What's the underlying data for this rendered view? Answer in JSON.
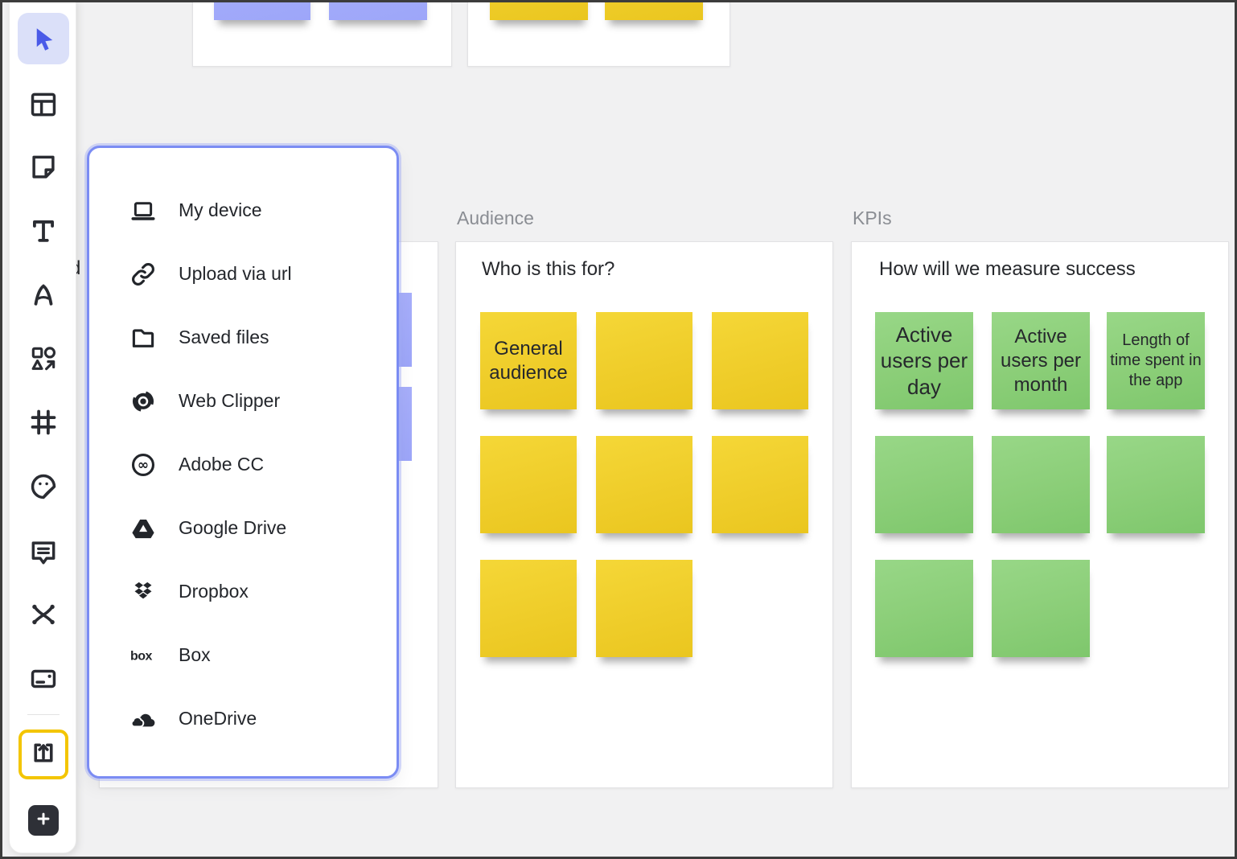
{
  "toolbar": {
    "tools": [
      {
        "id": "select",
        "icon": "cursor-icon",
        "active": true
      },
      {
        "id": "templates",
        "icon": "templates-icon"
      },
      {
        "id": "sticky-note",
        "icon": "sticky-note-icon"
      },
      {
        "id": "text",
        "icon": "text-icon"
      },
      {
        "id": "pen",
        "icon": "pen-icon"
      },
      {
        "id": "shapes",
        "icon": "shapes-icon"
      },
      {
        "id": "frame",
        "icon": "frame-icon"
      },
      {
        "id": "sticker",
        "icon": "sticker-icon"
      },
      {
        "id": "comment",
        "icon": "comment-icon"
      },
      {
        "id": "connector",
        "icon": "connector-icon"
      },
      {
        "id": "card",
        "icon": "card-icon"
      },
      {
        "id": "upload",
        "icon": "upload-icon",
        "highlighted": true
      },
      {
        "id": "add-more",
        "icon": "plus-icon"
      }
    ],
    "highlight_color": "#F3C500",
    "active_tool_bg": "#DBE0F9"
  },
  "upload_menu": {
    "border_color": "#7B8CF3",
    "items": [
      {
        "label": "My device",
        "icon": "laptop-icon"
      },
      {
        "label": "Upload via url",
        "icon": "link-icon"
      },
      {
        "label": "Saved files",
        "icon": "folder-icon"
      },
      {
        "label": "Web Clipper",
        "icon": "chrome-icon"
      },
      {
        "label": "Adobe CC",
        "icon": "adobe-cc-icon"
      },
      {
        "label": "Google Drive",
        "icon": "google-drive-icon"
      },
      {
        "label": "Dropbox",
        "icon": "dropbox-icon"
      },
      {
        "label": "Box",
        "icon": "box-icon"
      },
      {
        "label": "OneDrive",
        "icon": "onedrive-icon"
      }
    ]
  },
  "canvas": {
    "background": "#F1F1F2",
    "partial_text_fragment": "d",
    "sticky_colors": {
      "yellow": "#EFCD2A",
      "green": "#8BCE78",
      "purple": "#A3ABFA"
    },
    "frames": {
      "top_left": {
        "sticky_color": "purple",
        "sticky_count": 2
      },
      "top_right": {
        "sticky_color": "yellow",
        "sticky_count": 2
      },
      "hidden_left": {
        "sticky_color": "purple",
        "sticky_count": 2
      },
      "audience": {
        "label": "Audience",
        "heading": "Who is this for?",
        "sticky_color": "yellow",
        "stickies": [
          {
            "text": "General audience"
          },
          {
            "text": ""
          },
          {
            "text": ""
          },
          {
            "text": ""
          },
          {
            "text": ""
          },
          {
            "text": ""
          },
          {
            "text": ""
          },
          {
            "text": ""
          }
        ]
      },
      "kpis": {
        "label": "KPIs",
        "heading": "How will we measure success",
        "sticky_color": "green",
        "stickies": [
          {
            "text": "Active users per day"
          },
          {
            "text": "Active users per month"
          },
          {
            "text": "Length of time spent in the app"
          },
          {
            "text": ""
          },
          {
            "text": ""
          },
          {
            "text": ""
          },
          {
            "text": ""
          },
          {
            "text": ""
          }
        ]
      }
    }
  }
}
